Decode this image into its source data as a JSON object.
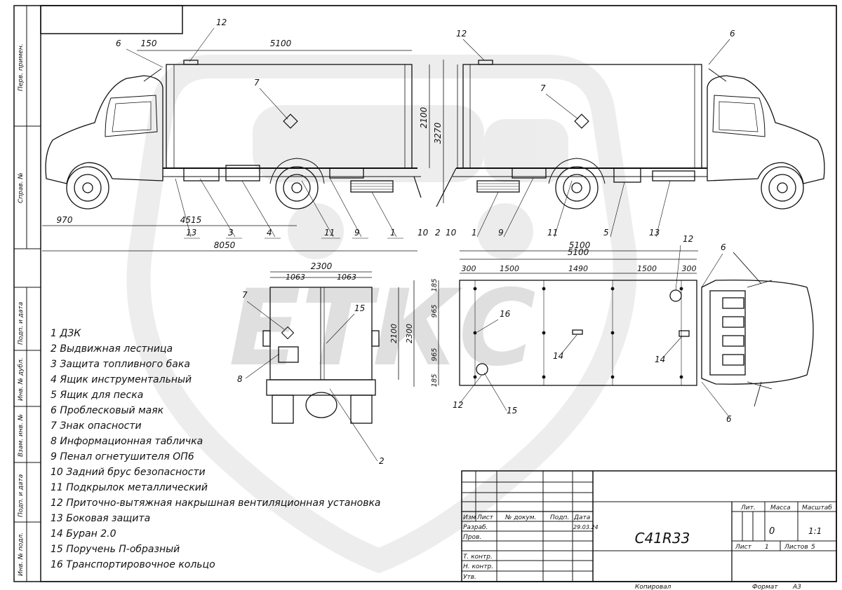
{
  "drawing": {
    "designation": "С41R33",
    "watermark": "ЕТКС"
  },
  "side_margin_labels": [
    "Перв. примен.",
    "Справ. №",
    "Подп. и дата",
    "Инв. № дубл.",
    "Взам. инв. №",
    "Подп. и дата",
    "Инв. № подл."
  ],
  "dimensions": {
    "length_total": "8050",
    "body_length": "5100",
    "front_offset": "150",
    "overhang_front": "970",
    "wheelbase": "4515",
    "body_height": "2100",
    "total_height": "3270",
    "rear_width": "2300",
    "rear_door_left": "1063",
    "rear_door_right": "1063",
    "rear_height_inner": "2100",
    "rear_height_outer": "2300",
    "top_length": "5100",
    "top_segments": [
      "300",
      "1500",
      "1490",
      "1500",
      "300"
    ],
    "top_side_segments": [
      "185",
      "965",
      "965",
      "185"
    ]
  },
  "callouts_side_left": [
    "13",
    "3",
    "4",
    "11",
    "9",
    "1",
    "10",
    "2"
  ],
  "callouts_side_right": [
    "10",
    "1",
    "9",
    "11",
    "5",
    "13"
  ],
  "legend": [
    "1 ДЗК",
    "2 Выдвижная лестница",
    "3 Защита топливного бака",
    "4 Ящик инструментальный",
    "5 Ящик для песка",
    "6 Проблесковый маяк",
    "7 Знак опасности",
    "8 Информационная табличка",
    "9 Пенал огнетушителя ОП6",
    "10 Задний брус безопасности",
    "11 Подкрылок металлический",
    "12 Приточно-вытяжная накрышная вентиляционная установка",
    "13 Боковая защита",
    "14 Буран 2.0",
    "15 Поручень П-образный",
    "16 Транспортировочное кольцо"
  ],
  "title_block": {
    "rows": [
      "Изм",
      "Лист",
      "№ докум.",
      "Подп.",
      "Дата"
    ],
    "roles": [
      "Разраб.",
      "Пров.",
      "Т. контр.",
      "Н. контр.",
      "Утв."
    ],
    "date": "29.03.24",
    "lit_label": "Лит.",
    "mass_label": "Масса",
    "scale_label": "Масштаб",
    "mass_value": "0",
    "scale_value": "1:1",
    "sheet_label": "Лист",
    "sheet_value": "1",
    "sheets_label": "Листов",
    "sheets_value": "5"
  },
  "footer": {
    "copied": "Копировал",
    "format_label": "Формат",
    "format_value": "А3"
  }
}
